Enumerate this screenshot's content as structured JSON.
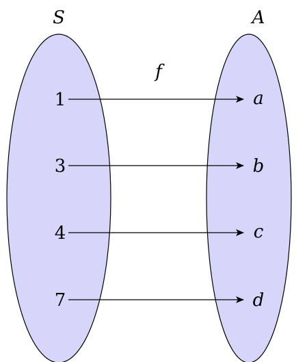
{
  "diagram": {
    "domain_label": "S",
    "codomain_label": "A",
    "function_label": "f",
    "fill_color": "#d6d6fb",
    "stroke_color": "#000000",
    "domain_elements": [
      "1",
      "3",
      "4",
      "7"
    ],
    "codomain_elements": [
      "a",
      "b",
      "c",
      "d"
    ],
    "mappings": [
      {
        "from": "1",
        "to": "a"
      },
      {
        "from": "3",
        "to": "b"
      },
      {
        "from": "4",
        "to": "c"
      },
      {
        "from": "7",
        "to": "d"
      }
    ]
  }
}
